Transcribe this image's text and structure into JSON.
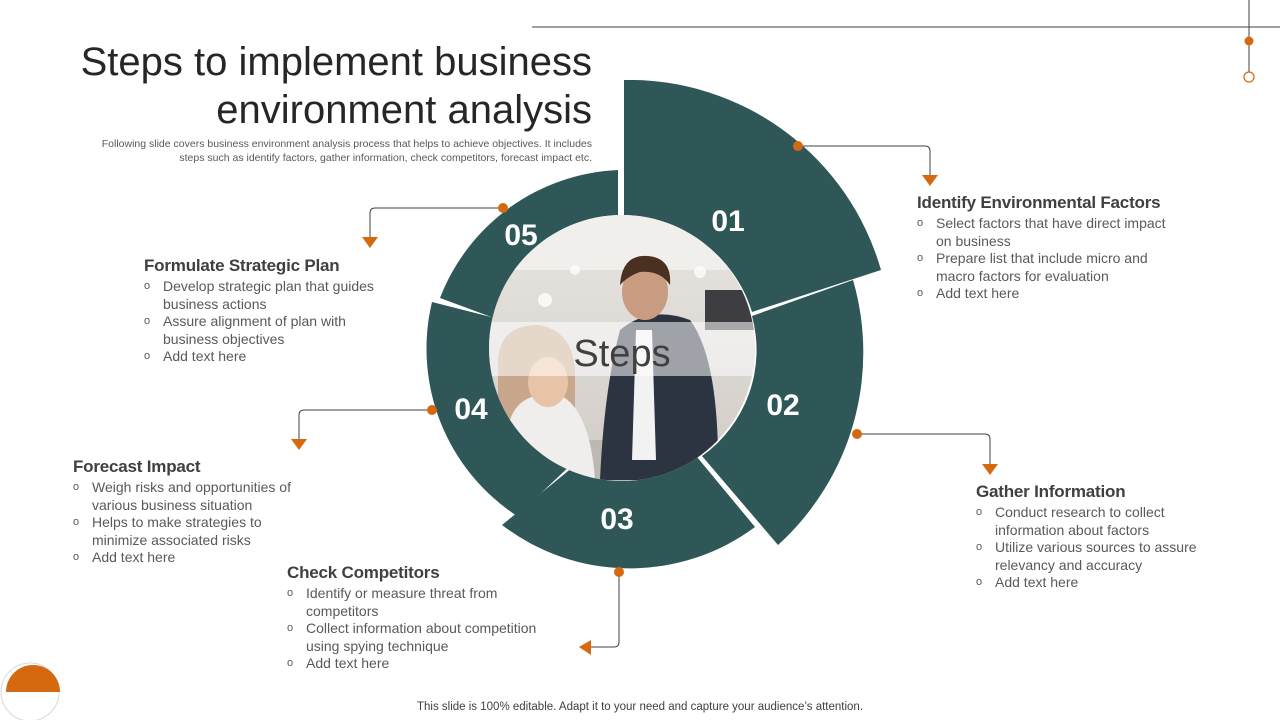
{
  "slide": {
    "title_line1": "Steps to implement business",
    "title_line2": "environment analysis",
    "subtitle_line1": "Following slide covers business environment analysis process that helps to achieve objectives. It includes",
    "subtitle_line2": "steps such as identify factors, gather information, check competitors, forecast impact etc.",
    "center_label": "Steps",
    "footer": "This slide is 100% editable. Adapt it to your need and capture your audience’s attention.",
    "colors": {
      "segment": "#2f5757",
      "accent": "#d5690f",
      "text": "#404040"
    }
  },
  "steps": [
    {
      "number": "01",
      "title": "Identify Environmental Factors",
      "bullets": [
        "Select factors that have direct impact on business",
        "Prepare list that include micro and macro factors for evaluation",
        "Add text here"
      ]
    },
    {
      "number": "02",
      "title": "Gather Information",
      "bullets": [
        "Conduct research to collect information about factors",
        "Utilize various sources to assure relevancy and accuracy",
        "Add text here"
      ]
    },
    {
      "number": "03",
      "title": "Check Competitors",
      "bullets": [
        "Identify or measure threat from competitors",
        "Collect information about competition using spying technique",
        "Add text here"
      ]
    },
    {
      "number": "04",
      "title": "Forecast Impact",
      "bullets": [
        "Weigh risks and opportunities of various business situation",
        "Helps to make strategies to minimize associated risks",
        "Add text here"
      ]
    },
    {
      "number": "05",
      "title": "Formulate Strategic Plan",
      "bullets": [
        "Develop strategic plan that guides business actions",
        "Assure alignment of plan with business objectives",
        "Add text here"
      ]
    }
  ]
}
